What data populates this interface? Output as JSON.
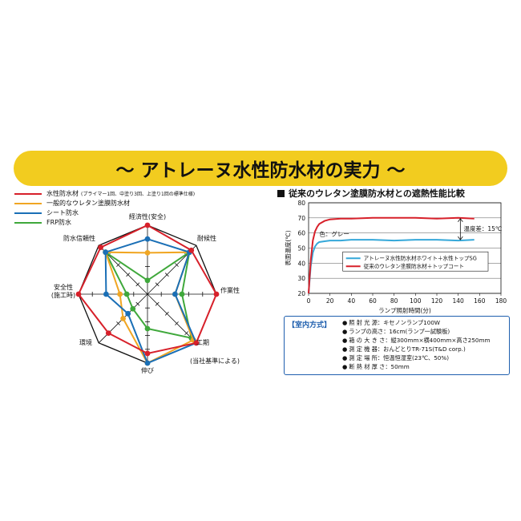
{
  "banner": {
    "title": "～ アトレーヌ水性防水材の実力 ～"
  },
  "legend": [
    {
      "label": "水性防水材",
      "note": "(プライマー1回、中塗り3回、上塗り1回の標準仕様)",
      "color": "#d7202a"
    },
    {
      "label": "一般的なウレタン塗膜防水材",
      "note": "",
      "color": "#f0a623"
    },
    {
      "label": "シート防水",
      "note": "",
      "color": "#1a6fb6"
    },
    {
      "label": "FRP防水",
      "note": "",
      "color": "#3fa83b"
    }
  ],
  "radar": {
    "axes": [
      "経済性(安全)",
      "耐候性",
      "作業性",
      "工期",
      "伸び",
      "環境",
      "安全性\n(施工時)",
      "防水信頼性"
    ],
    "footnote": "(当社基準による)",
    "chart_data": {
      "type": "radar",
      "categories": [
        "経済性(安全)",
        "耐候性",
        "作業性",
        "工期",
        "伸び",
        "環境",
        "安全性(施工時)",
        "防水信頼性"
      ],
      "scale": [
        0,
        5
      ],
      "series": [
        {
          "name": "水性防水材",
          "color": "#d7202a",
          "values": [
            5,
            4.5,
            5,
            5,
            4.3,
            4,
            5,
            4.8
          ]
        },
        {
          "name": "一般的なウレタン塗膜防水材",
          "color": "#f0a623",
          "values": [
            3,
            4.3,
            2,
            4.7,
            5,
            2.5,
            2,
            4.3
          ]
        },
        {
          "name": "シート防水",
          "color": "#1a6fb6",
          "values": [
            4,
            4.3,
            2,
            5,
            5,
            2,
            3,
            4.3
          ]
        },
        {
          "name": "FRP防水",
          "color": "#3fa83b",
          "values": [
            1,
            4.3,
            2.5,
            4.5,
            2.5,
            1.5,
            1.5,
            4.3
          ]
        }
      ]
    }
  },
  "heat": {
    "title": "従来のウレタン塗膜防水材との遮熱性能比較",
    "chart_data": {
      "type": "line",
      "xlabel": "ランプ照射時間(分)",
      "ylabel": "表面温度(℃)",
      "xlim": [
        0,
        180
      ],
      "ylim": [
        20,
        80
      ],
      "xticks": [
        "0",
        "20",
        "40",
        "60",
        "80",
        "100",
        "120",
        "140",
        "160",
        "180"
      ],
      "yticks": [
        "20",
        "30",
        "40",
        "50",
        "60",
        "70",
        "80"
      ],
      "series": [
        {
          "name": "アトレーヌ水性防水材ホワイト＋水性トップSG",
          "color": "#35a8d9",
          "x": [
            0,
            2,
            4,
            6,
            8,
            10,
            15,
            20,
            30,
            40,
            60,
            80,
            100,
            120,
            140,
            155
          ],
          "y": [
            20,
            38,
            47,
            51,
            53,
            54,
            54.5,
            55,
            55,
            55.5,
            55.5,
            55,
            55.5,
            55.5,
            55,
            55.5
          ]
        },
        {
          "name": "従来のウレタン塗膜防水材＋トップコート",
          "color": "#d7202a",
          "x": [
            0,
            2,
            4,
            6,
            8,
            10,
            15,
            20,
            30,
            40,
            60,
            80,
            100,
            120,
            140,
            155
          ],
          "y": [
            20,
            42,
            55,
            61,
            64,
            66,
            68,
            69,
            69.5,
            69.5,
            70,
            70,
            70,
            69.5,
            70,
            69.5
          ]
        }
      ],
      "annotations": [
        "色：グレー",
        "温度差：15℃"
      ]
    }
  },
  "conditions": {
    "heading": "【室内方式】",
    "rows": [
      "照 射 光 源：キセノンランプ100W",
      "ランプの高さ：16cm(ランプ一試験板)",
      "箱 の 大 き さ：縦300mm×横400mm×高さ250mm",
      "測 定 機 器：おんどとりTR-71S(T&D corp.)",
      "測 定 場 所：恒温恒湿室(23℃、50%)",
      "断 熱 材 厚 さ：50mm"
    ]
  }
}
